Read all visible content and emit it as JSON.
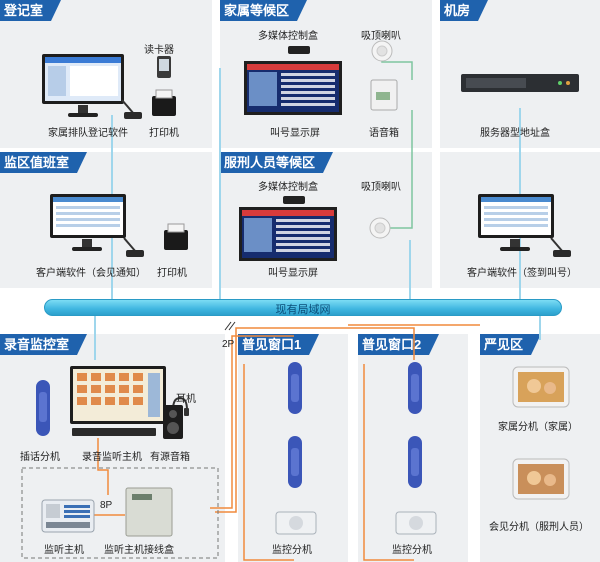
{
  "network": {
    "lan_label": "现有局域网",
    "wire_2p": "2P",
    "wire_8p": "8P"
  },
  "sections": {
    "registration": {
      "title": "登记室",
      "card_reader": "读卡器",
      "software": "家属排队登记软件",
      "printer": "打印机"
    },
    "family_waiting": {
      "title": "家属等候区",
      "media_box": "多媒体控制盒",
      "ceiling_speaker": "吸顶喇叭",
      "display": "叫号显示屏",
      "voice_box": "语音箱"
    },
    "server_room": {
      "title": "机房",
      "server_box": "服务器型地址盒"
    },
    "duty_room": {
      "title": "监区值班室",
      "client": "客户端软件（会见通知）",
      "printer": "打印机"
    },
    "inmate_waiting": {
      "title": "服刑人员等候区",
      "media_box": "多媒体控制盒",
      "ceiling_speaker": "吸顶喇叭",
      "display": "叫号显示屏",
      "client": "客户端软件（签到叫号）"
    },
    "recording_room": {
      "title": "录音监控室",
      "headphone": "耳机",
      "extension": "插话分机",
      "host": "录音监听主机",
      "speaker": "有源音箱",
      "monitor_host": "监听主机",
      "junction_box": "监听主机接线盒"
    },
    "window1": {
      "title": "普见窗口1",
      "monitor_ext": "监控分机"
    },
    "window2": {
      "title": "普见窗口2",
      "monitor_ext": "监控分机"
    },
    "strict": {
      "title": "严见区",
      "family_ext": "家属分机（家属）",
      "meeting_ext": "会见分机（服刑人员）"
    }
  },
  "colors": {
    "title_bg": "#1f62ad",
    "panel_bg": "#eef0f2",
    "lan": "#3fb6e0",
    "wire_orange": "#f08a3c",
    "wire_green": "#7fc6a0",
    "phone_blue": "#3b56b8"
  }
}
